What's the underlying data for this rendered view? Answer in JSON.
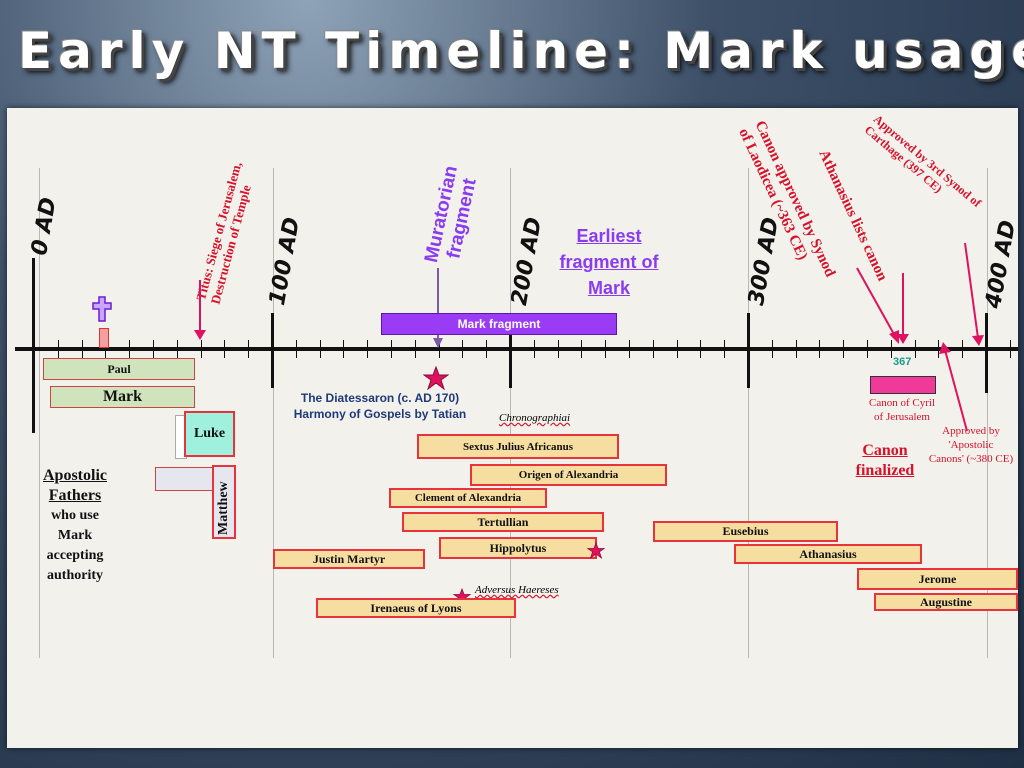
{
  "title": "Early NT Timeline: Mark usage",
  "centuries": [
    "0 AD",
    "100 AD",
    "200 AD",
    "300 AD",
    "400 AD"
  ],
  "events": {
    "titus": "Titus: Siege of Jerusalem,",
    "titus2": "Destruction of Temple",
    "muratorian": "Muratorian",
    "muratorian2": "fragment",
    "earliest": "Earliest",
    "earliest2": "fragment of",
    "earliest3": "Mark",
    "mark_fragment": "Mark fragment",
    "laodicea": "Canon approved by Synod",
    "laodicea2": "of Laodicea (~363 CE)",
    "athanasius": "Athanasius lists canon",
    "carthage": "Approved by 3rd Synod of",
    "carthage2": "Carthage (397 CE)",
    "year367": "367",
    "diatessaron": "The Diatessaron (c. AD 170)",
    "diatessaron2": "Harmony of Gospels by Tatian",
    "cyril": "Canon of Cyril",
    "cyril2": "of Jerusalem",
    "apostolic": "Approved by",
    "apostolic2": "'Apostolic",
    "apostolic3": "Canons' (~380 CE)",
    "canon": "Canon",
    "canon2": "finalized",
    "chronographiai": "Chronographiai",
    "adversus": "Adversus Haereses"
  },
  "apostolic_fathers": [
    "Apostolic",
    "Fathers",
    "who use",
    "Mark",
    "accepting",
    "authority"
  ],
  "gospels": {
    "paul": "Paul",
    "mark": "Mark",
    "luke": "Luke",
    "matthew": "Matthew"
  },
  "fathers": {
    "sextus": "Sextus Julius Africanus",
    "origen": "Origen of Alexandria",
    "clement": "Clement of Alexandria",
    "tertullian": "Tertullian",
    "hippolytus": "Hippolytus",
    "justin": "Justin Martyr",
    "irenaeus": "Irenaeus of Lyons",
    "eusebius": "Eusebius",
    "athanasius": "Athanasius",
    "jerome": "Jerome",
    "augustine": "Augustine"
  },
  "icons": {
    "cross": "cross-icon",
    "star": "star-icon"
  },
  "colors": {
    "red": "#d6122a",
    "purple": "#8a3cf0",
    "navy": "#1f3a78",
    "bar": "#f6dea0",
    "green": "#cfe4bc",
    "luke": "#9ff0dc"
  }
}
